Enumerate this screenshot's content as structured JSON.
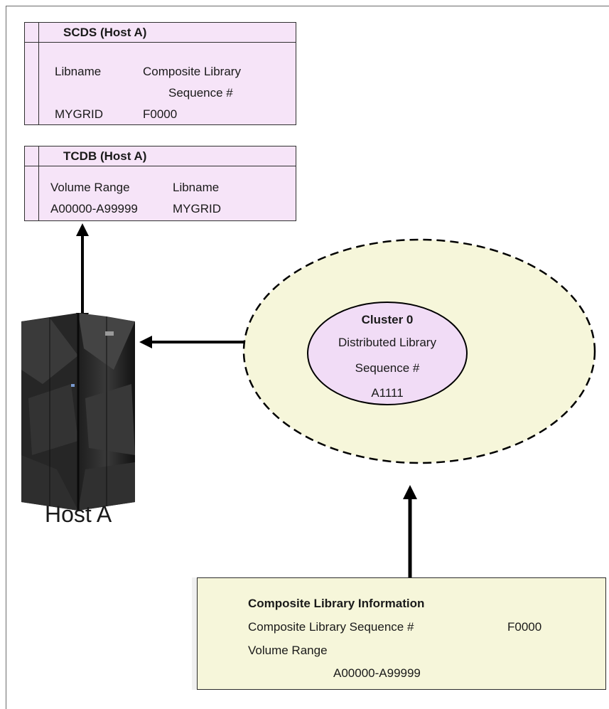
{
  "scds": {
    "title": "SCDS (Host A)",
    "col1_header": "Libname",
    "col2_header_line1": "Composite Library",
    "col2_header_line2": "Sequence #",
    "row_libname": "MYGRID",
    "row_sequence": "F0000"
  },
  "tcdb": {
    "title": "TCDB (Host A)",
    "col1_header": "Volume Range",
    "col2_header": "Libname",
    "row_range": "A00000-A99999",
    "row_libname": "MYGRID"
  },
  "host": {
    "label": "Host A"
  },
  "cluster": {
    "title": "Cluster 0",
    "line1": "Distributed Library",
    "line2": "Sequence #",
    "line3": "A1111"
  },
  "composite_info": {
    "title": "Composite Library Information",
    "seq_label": "Composite Library Sequence #",
    "seq_value": "F0000",
    "range_label": "Volume Range",
    "range_value": "A00000-A99999"
  },
  "colors": {
    "table_fill": "#f6e4f8",
    "cluster_outer_fill": "#f6f6da",
    "cluster_inner_fill": "#f1dcf6",
    "info_fill": "#f6f6da"
  }
}
